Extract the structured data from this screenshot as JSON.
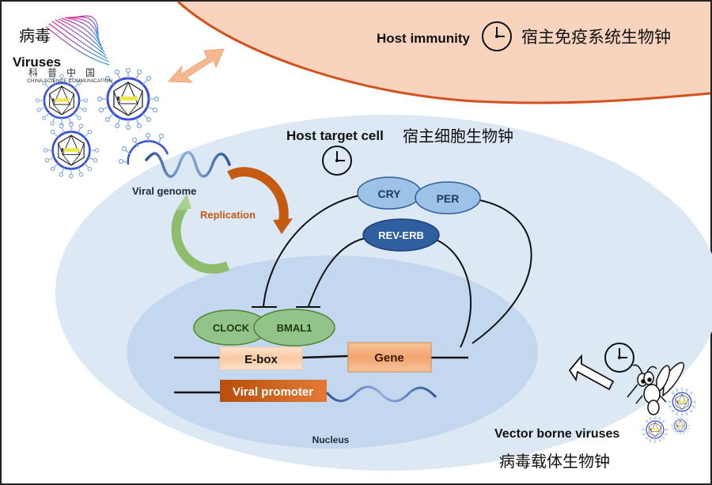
{
  "host_immunity": {
    "label": "Host immunity",
    "label_cn": "宿主免疫系统生物钟",
    "icon": "clock-icon"
  },
  "host_cell": {
    "label": "Host target cell",
    "label_cn": "宿主细胞生物钟",
    "icon": "clock-icon"
  },
  "viruses": {
    "label_cn": "病毒",
    "label": "Viruses",
    "watermark_cn": "科　普　中　国",
    "watermark_en": "CHINA SCIENCE COMMUNICATION"
  },
  "replication": {
    "genome_label": "Viral genome",
    "replication_label": "Replication"
  },
  "proteins": {
    "cry": "CRY",
    "per": "PER",
    "rev_erb": "REV-ERB",
    "clock": "CLOCK",
    "bmal1": "BMAL1"
  },
  "dna": {
    "ebox": "E-box",
    "gene": "Gene",
    "viral_promoter": "Viral promoter"
  },
  "nucleus": {
    "label": "Nucleus"
  },
  "vector": {
    "label": "Vector borne viruses",
    "label_cn": "病毒载体生物钟",
    "icon": "mosquito-icon"
  },
  "colors": {
    "immunity_fill": "#f8d3bd",
    "immunity_border": "#d4501c",
    "cell_fill": "#dce8f4",
    "nucleus_fill": "#c3d8ee",
    "cry_per_fill": "#9cc2e5",
    "rev_erb_fill": "#2f5f9f",
    "clock_bmal_fill": "#92c48a",
    "ebox_fill": "#fbd2b0",
    "gene_fill": "#f4b183",
    "promoter_fill": "#c55a11",
    "replication_text": "#c55a11",
    "arrow_orange": "#c55a11",
    "arrow_green": "#8fbd6e",
    "wave_blue": "#2f5597"
  }
}
